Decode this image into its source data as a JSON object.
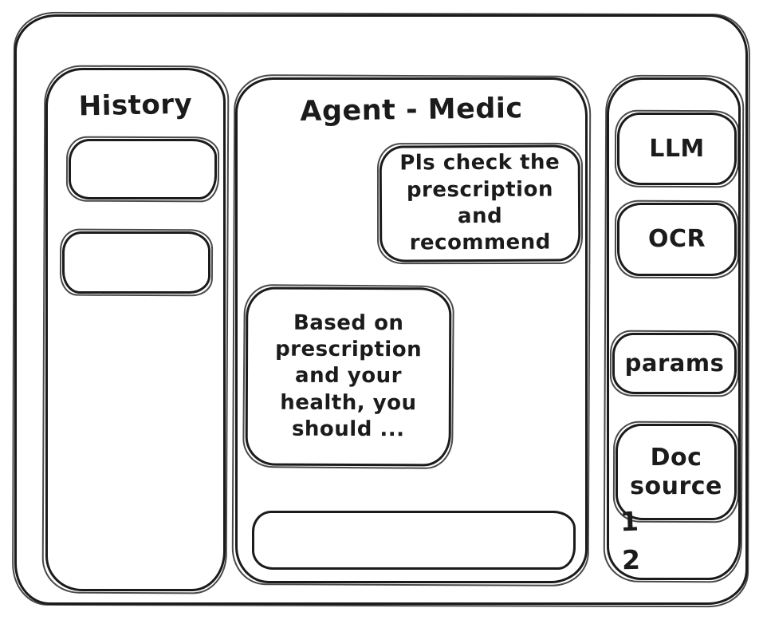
{
  "colors": {
    "ink": "#1b1b1b",
    "background": "#ffffff"
  },
  "history_panel": {
    "title": "History",
    "items": [
      "",
      ""
    ]
  },
  "chat_panel": {
    "title": "Agent - Medic",
    "messages": [
      {
        "role": "user",
        "text": "Pls check the prescription and recommend"
      },
      {
        "role": "assistant",
        "text": "Based on prescription and your health, you should ..."
      }
    ],
    "input": {
      "value": "",
      "placeholder": ""
    }
  },
  "tools_panel": {
    "buttons": [
      {
        "id": "llm",
        "label": "LLM"
      },
      {
        "id": "ocr",
        "label": "OCR"
      },
      {
        "id": "params",
        "label": "params"
      },
      {
        "id": "doc-source",
        "label": "Doc source"
      }
    ],
    "annotations": [
      "1",
      "2"
    ]
  }
}
